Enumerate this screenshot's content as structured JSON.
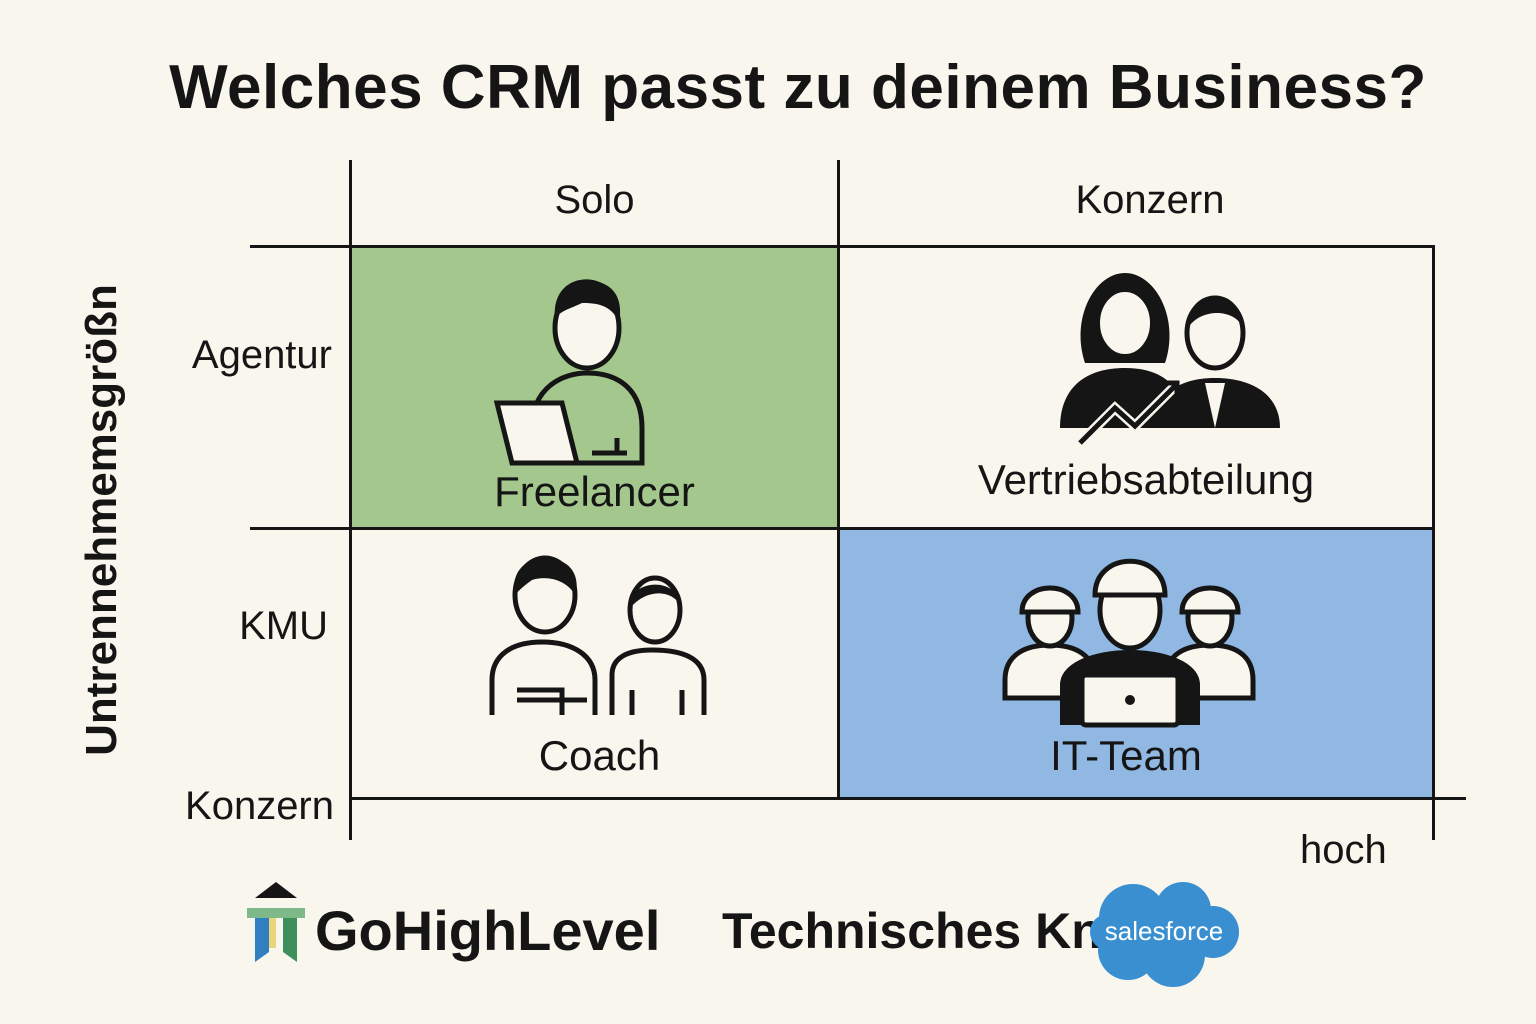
{
  "title": "Welches CRM passt zu deinem Business?",
  "columns": [
    "Solo",
    "Konzern"
  ],
  "rows": [
    "Agentur",
    "KMU",
    "Konzern"
  ],
  "y_axis_label": "Untrennehmemsgrößn",
  "x_axis_end_label": "hoch",
  "x_axis_label": "Technisches Kn",
  "cells": [
    {
      "label": "Freelancer",
      "icon": "freelancer-laptop-icon",
      "color": "#a3c78d"
    },
    {
      "label": "Vertriebsabteilung",
      "icon": "sales-team-icon",
      "color": "#f9f6ee"
    },
    {
      "label": "Coach",
      "icon": "coach-icon",
      "color": "#f9f6ee"
    },
    {
      "label": "IT-Team",
      "icon": "it-team-icon",
      "color": "#90b8e3"
    }
  ],
  "logos": {
    "gohighlevel": "GoHighLevel",
    "salesforce": "salesforce"
  }
}
